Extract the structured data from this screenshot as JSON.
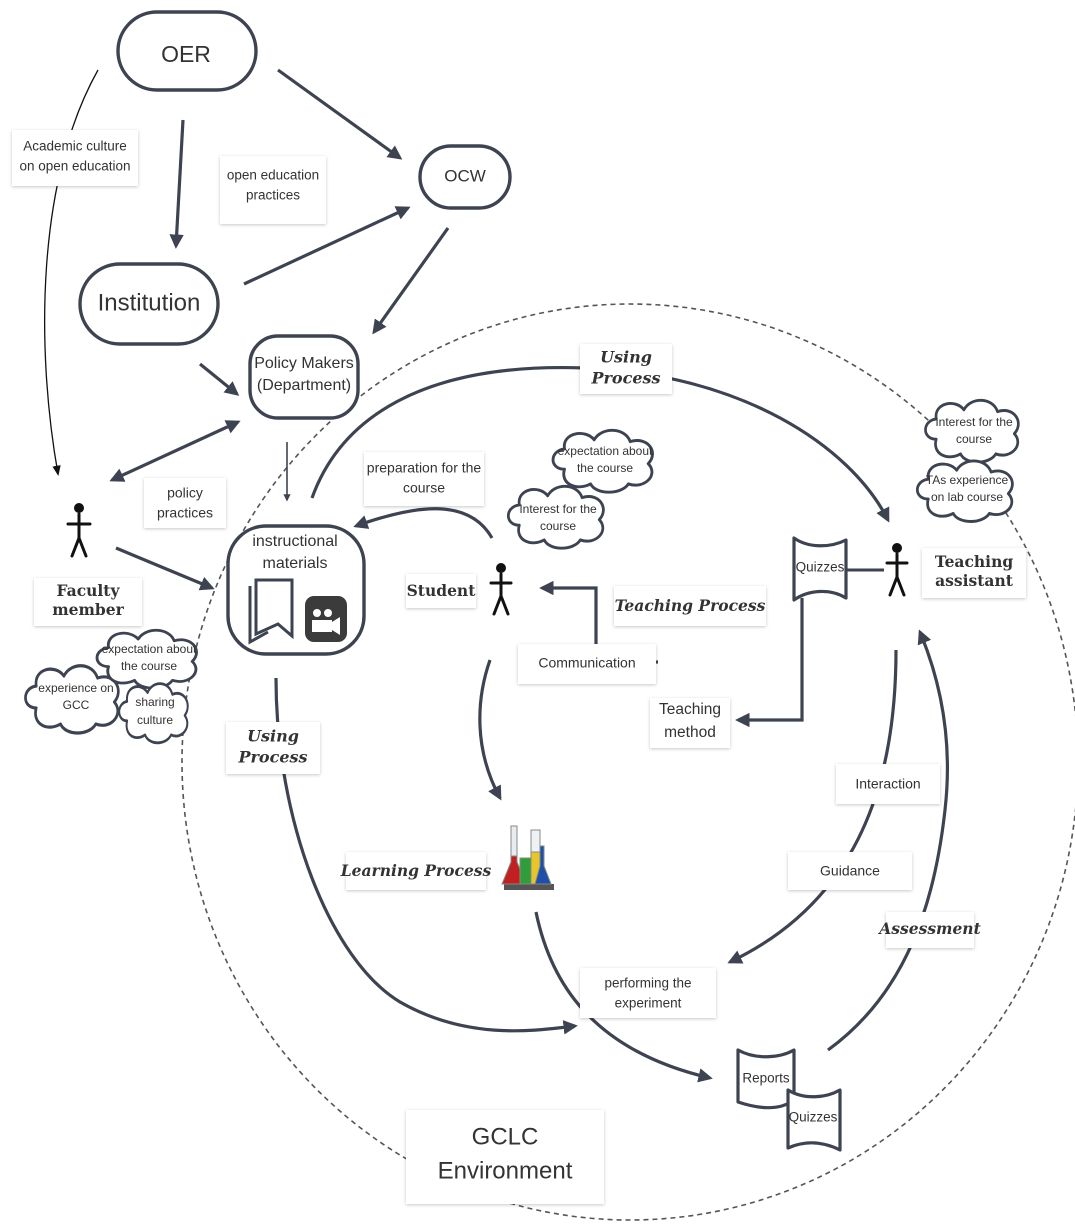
{
  "nodes": {
    "oer": "OER",
    "ocw": "OCW",
    "institution": "Institution",
    "policy_makers": [
      "Policy Makers",
      "(Department)"
    ],
    "instructional_materials": [
      "instructional",
      "materials"
    ],
    "gclc_environment": [
      "GCLC",
      "Environment"
    ]
  },
  "edge_labels": {
    "academic_culture": [
      "Academic culture",
      "on open education"
    ],
    "open_education_practices": [
      "open education",
      "practices"
    ],
    "policy_practices": [
      "policy",
      "practices"
    ],
    "preparation": [
      "preparation for the",
      "course"
    ],
    "communication": "Communication",
    "teaching_method": [
      "Teaching",
      "method"
    ],
    "interaction": "Interaction",
    "guidance": "Guidance",
    "performing": [
      "performing the",
      "experiment"
    ]
  },
  "process_labels": {
    "using_process_top": [
      "Using",
      "Process"
    ],
    "using_process_left": [
      "Using",
      "Process"
    ],
    "teaching_process": "Teaching Process",
    "learning_process": "Learning Process",
    "assessment": "Assessment"
  },
  "actors": {
    "faculty_member": [
      "Faculty",
      "member"
    ],
    "student": "Student",
    "teaching_assistant": [
      "Teaching",
      "assistant"
    ]
  },
  "clouds": {
    "faculty_expectation": [
      "expectation about",
      "the course"
    ],
    "faculty_experience": [
      "experience on",
      "GCC"
    ],
    "faculty_sharing": [
      "sharing",
      "culture"
    ],
    "student_expectation": [
      "expectation about",
      "the course"
    ],
    "student_interest": [
      "Interest for the",
      "course"
    ],
    "ta_interest": [
      "Interest for the",
      "course"
    ],
    "ta_experience": [
      "TAs experience",
      "on lab course"
    ]
  },
  "documents": {
    "quizzes_ta": "Quizzes",
    "reports": "Reports",
    "quizzes_bottom": "Quizzes"
  },
  "colors": {
    "stroke": "#3d4350",
    "text": "#333333",
    "label_bg": "#ffffff"
  }
}
